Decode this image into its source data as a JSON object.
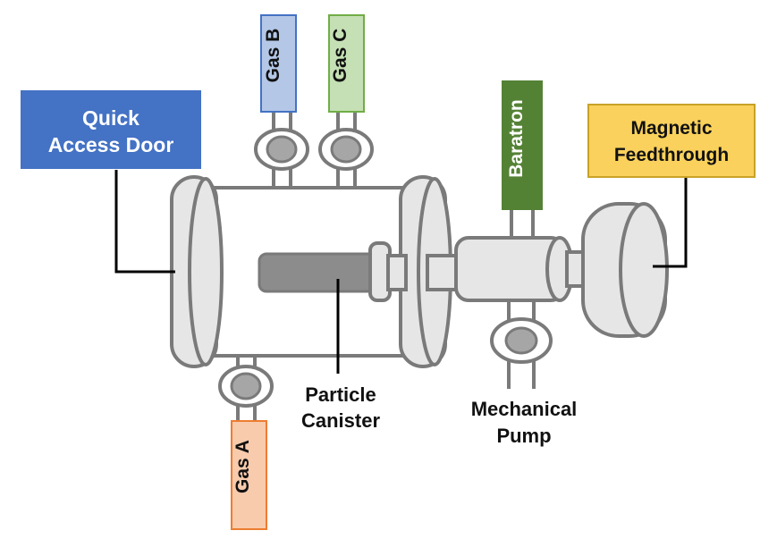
{
  "labels": {
    "quick_access_door": [
      "Quick",
      "Access Door"
    ],
    "magnetic_feedthrough": [
      "Magnetic",
      "Feedthrough"
    ],
    "gas_a": "Gas A",
    "gas_b": "Gas B",
    "gas_c": "Gas C",
    "baratron": "Baratron",
    "particle_canister": [
      "Particle",
      "Canister"
    ],
    "mechanical_pump": [
      "Mechanical",
      "Pump"
    ]
  },
  "colors": {
    "quick_access_door_fill": "#4472c4",
    "magnetic_feedthrough_fill": "#fad15c",
    "magnetic_feedthrough_border": "#c9a227",
    "gas_a_fill": "#f8cbad",
    "gas_a_border": "#ed7d31",
    "gas_b_fill": "#b4c7e7",
    "gas_b_border": "#4472c4",
    "gas_c_fill": "#c5e0b4",
    "gas_c_border": "#70ad47",
    "baratron_fill": "#548235",
    "component_fill": "#e6e6e6",
    "component_stroke": "#7a7a7a",
    "valve_fill": "#a6a6a6",
    "canister_fill": "#8c8c8c"
  }
}
